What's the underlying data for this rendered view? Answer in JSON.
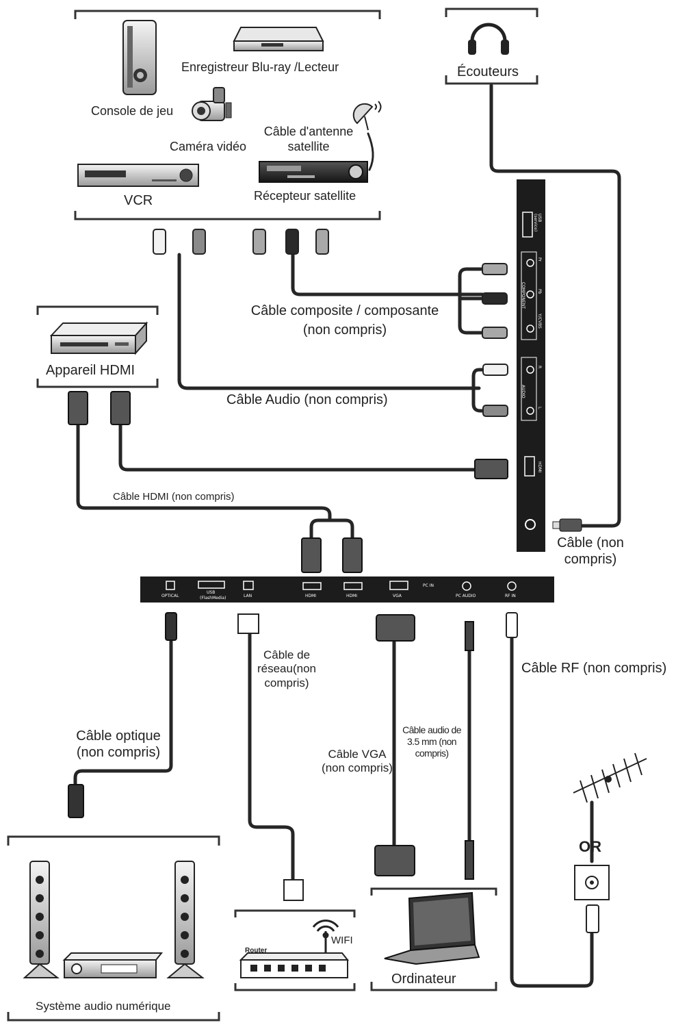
{
  "devices": {
    "game_console": "Console de jeu",
    "bluray": "Enregistreur Blu-ray /Lecteur",
    "camcorder": "Caméra vidéo",
    "satellite_cable": "Câble d'antenne\nsatellite",
    "vcr": "VCR",
    "satellite_receiver": "Récepteur satellite",
    "headphones": "Écouteurs",
    "hdmi_device": "Appareil HDMI",
    "audio_system": "Système audio numérique",
    "router": "Router",
    "wifi": "WIFI",
    "computer": "Ordinateur",
    "or": "OR"
  },
  "cables": {
    "composite": "Câble composite / composante",
    "composite_note": "(non compris)",
    "audio": "Câble Audio (non compris)",
    "hdmi": "Câble HDMI (non compris)",
    "headphone": "Câble (non\ncompris)",
    "network": "Câble de\nréseau(non\ncompris)",
    "optical": "Câble optique\n(non compris)",
    "vga": "Câble VGA\n(non compris)",
    "audio35": "Câble audio de\n3.5 mm (non\ncompris)",
    "rf": "Câble RF (non compris)"
  },
  "side_panel": {
    "usb": "USB",
    "usb_sub": "(service)",
    "component": "COMPONENT",
    "pr": "Pr",
    "pb": "Pb",
    "ycvbs": "Y/CVBS",
    "audio": "AUDIO",
    "r": "R",
    "l": "L",
    "hdmi": "HDMI"
  },
  "bottom_panel": {
    "optical": "OPTICAL",
    "usb": "USB",
    "usb_sub": "(FlashMedia)",
    "lan": "LAN",
    "hdmi1": "HDMI",
    "hdmi2": "HDMI",
    "vga": "VGA",
    "pc_in": "PC IN",
    "pc_audio": "PC AUDIO",
    "rf_in": "RF IN"
  },
  "colors": {
    "panel": "#1c1c1c",
    "cable": "#262626",
    "gray_plug": "#8a8a8a",
    "white_plug": "#f2f2f2"
  }
}
